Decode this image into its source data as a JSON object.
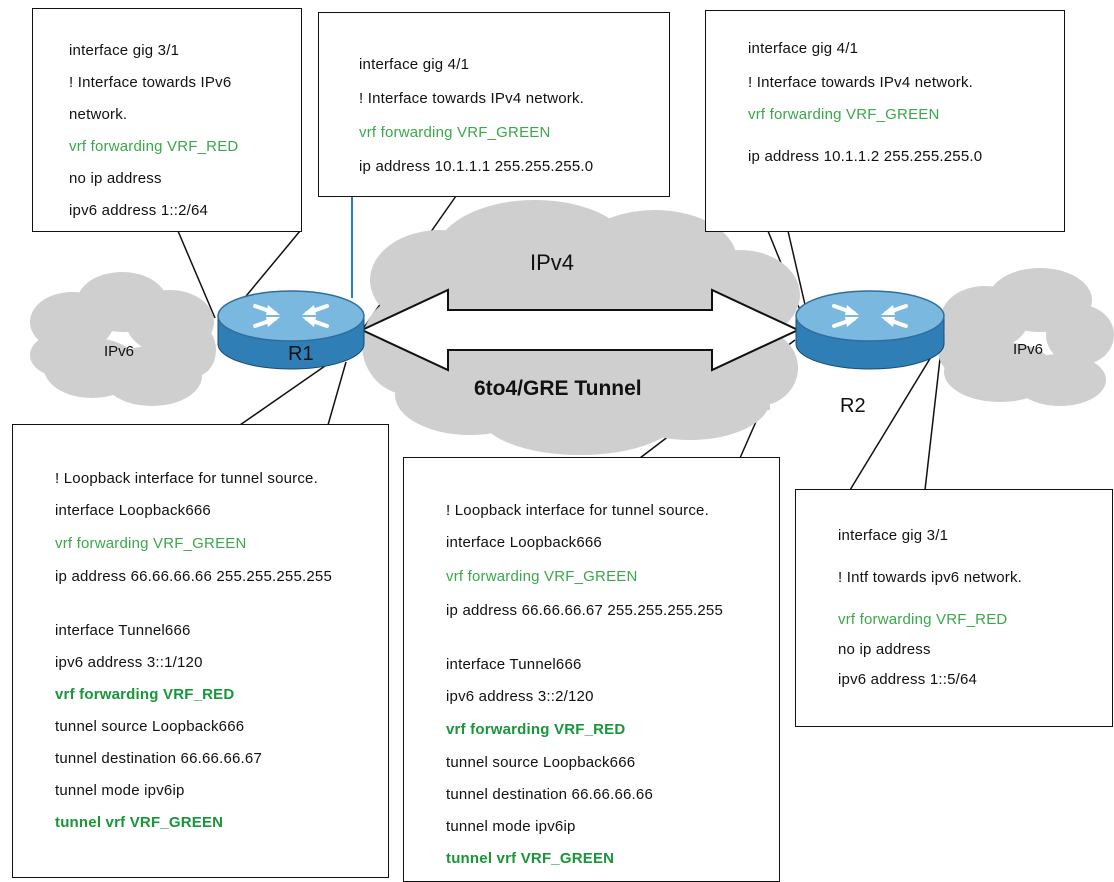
{
  "colors": {
    "cloud_fill": "#cfcfcf",
    "router_top": "#7ab8df",
    "router_side": "#2f7fb6",
    "green_text": "#3aa84a",
    "bold_green_text": "#17963a",
    "hub_line": "#2a7bbd"
  },
  "icons": [
    "router-icon",
    "cloud-icon",
    "bidirectional-arrow-icon"
  ],
  "diagram": {
    "clouds": {
      "left": "IPv6",
      "center": "IPv4",
      "right": "IPv6",
      "tunnel": "6to4/GRE Tunnel"
    },
    "routers": {
      "r1": "R1",
      "r2": "R2"
    },
    "callouts": {
      "r1_gig31": [
        "interface gig 3/1",
        "! Interface towards IPv6",
        "network.",
        "vrf forwarding VRF_RED",
        "no ip address",
        "ipv6 address 1::2/64"
      ],
      "r1_gig41": [
        "interface gig 4/1",
        "! Interface towards IPv4 network.",
        "vrf forwarding VRF_GREEN",
        "ip address 10.1.1.1 255.255.255.0"
      ],
      "r2_gig41": [
        "interface gig 4/1",
        "! Interface towards IPv4 network.",
        "vrf forwarding VRF_GREEN",
        "ip address 10.1.1.2 255.255.255.0"
      ],
      "r1_tunnel": [
        "! Loopback interface for tunnel source.",
        "interface Loopback666",
        "vrf forwarding VRF_GREEN",
        "ip address 66.66.66.66 255.255.255.255",
        "interface Tunnel666",
        "ipv6 address 3::1/120",
        "vrf forwarding VRF_RED",
        "tunnel source Loopback666",
        "tunnel destination 66.66.66.67",
        "tunnel mode ipv6ip",
        "tunnel vrf VRF_GREEN"
      ],
      "r2_tunnel": [
        "! Loopback interface for tunnel source.",
        "interface Loopback666",
        "vrf forwarding VRF_GREEN",
        "ip address 66.66.66.67 255.255.255.255",
        "interface Tunnel666",
        "ipv6 address 3::2/120",
        "vrf forwarding VRF_RED",
        "tunnel source Loopback666",
        "tunnel destination 66.66.66.66",
        "tunnel mode ipv6ip",
        "tunnel vrf VRF_GREEN"
      ],
      "r2_gig31": [
        "interface gig 3/1",
        "! Intf towards ipv6 network.",
        "vrf forwarding VRF_RED",
        "no ip address",
        "ipv6 address 1::5/64"
      ]
    }
  }
}
